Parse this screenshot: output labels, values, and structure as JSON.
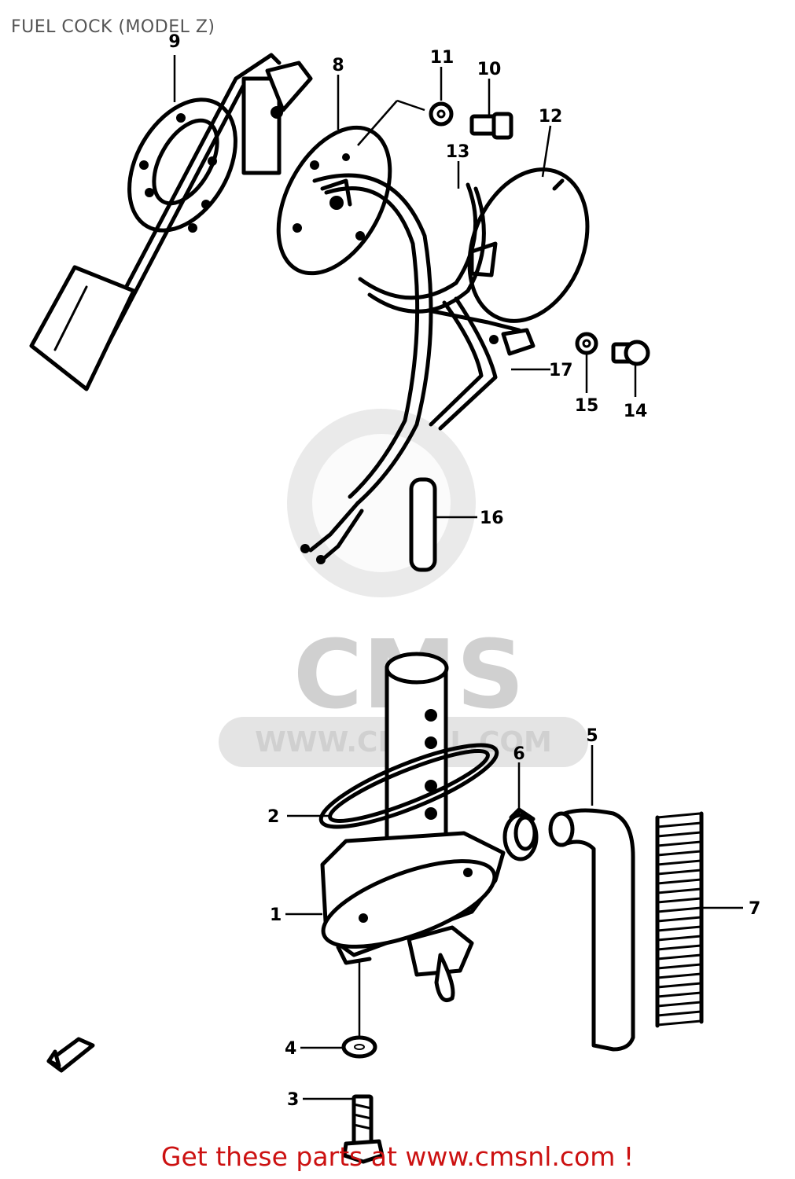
{
  "title": "FUEL COCK (MODEL Z)",
  "footer": "Get these parts at www.cmsnl.com !",
  "watermark": {
    "logo": "CMS",
    "url": "WWW.CMSNL.COM",
    "color": "#d0d0d0"
  },
  "callouts": [
    "1",
    "2",
    "3",
    "4",
    "5",
    "6",
    "7",
    "8",
    "9",
    "10",
    "11",
    "12",
    "13",
    "14",
    "15",
    "16",
    "17"
  ],
  "colors": {
    "title": "#555555",
    "footer": "#cc1111",
    "lines": "#000000"
  }
}
